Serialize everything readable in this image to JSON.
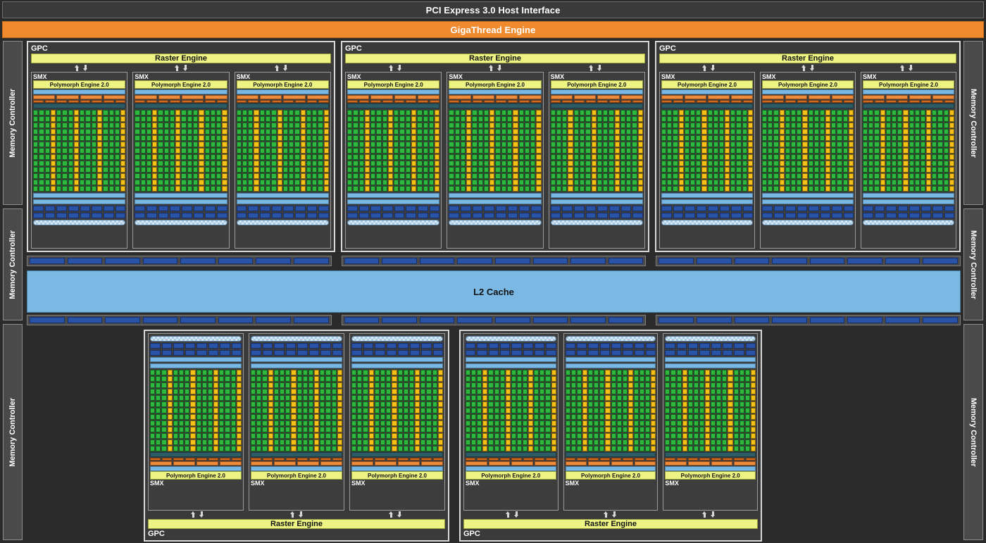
{
  "header": {
    "pcie_label": "PCI Express 3.0 Host Interface",
    "gigathread_label": "GigaThread Engine"
  },
  "memory_controllers": {
    "label": "Memory Controller",
    "left_count": 3,
    "right_count": 3
  },
  "cache": {
    "l2_label": "L2 Cache"
  },
  "gpc": {
    "label": "GPC",
    "raster_label": "Raster Engine",
    "count": 5,
    "smx_per_gpc": 3
  },
  "smx": {
    "label": "SMX",
    "polymorph_label": "Polymorph Engine 2.0",
    "core_grid": {
      "columns": 16,
      "rows": 13,
      "dp_columns": [
        4,
        8,
        12,
        16
      ],
      "core_color": "#2fb83f",
      "dp_color": "#f5c017"
    },
    "warp_scheduler_cells": 4,
    "texture_cells_per_row": 8,
    "texture_rows": 2
  },
  "rop": {
    "groups": 3,
    "cells_per_group": 8,
    "rows": 2,
    "color": "#2953a6"
  },
  "colors": {
    "background": "#2b2b2b",
    "panel": "#3a3a3a",
    "accent_orange": "#f08a2e",
    "raster_yellow": "#eef484",
    "l2_blue": "#7bb8e3",
    "core_green": "#2fb83f",
    "dp_yellow": "#f5c017",
    "texture_blue": "#2953a6",
    "light_blue": "#79b8e4"
  }
}
